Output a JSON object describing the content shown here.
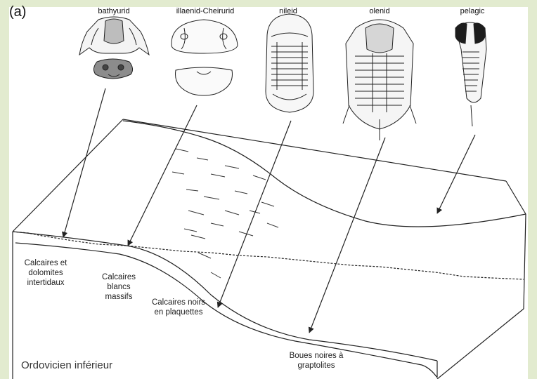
{
  "panel_label": "(a)",
  "trilobites": [
    {
      "name": "bathyurid"
    },
    {
      "name": "illaenid-Cheirurid"
    },
    {
      "name": "nileid"
    },
    {
      "name": "olenid"
    },
    {
      "name": "pelagic"
    }
  ],
  "facies": [
    {
      "label": "Calcaires et dolomites intertidaux"
    },
    {
      "label": "Calcaires blancs massifs"
    },
    {
      "label": "Calcaires noirs en plaquettes"
    },
    {
      "label": "Boues noires à graptolites"
    }
  ],
  "age": "Ordovicien inférieur",
  "colors": {
    "background": "#e2ebcf",
    "ink": "#222222"
  }
}
